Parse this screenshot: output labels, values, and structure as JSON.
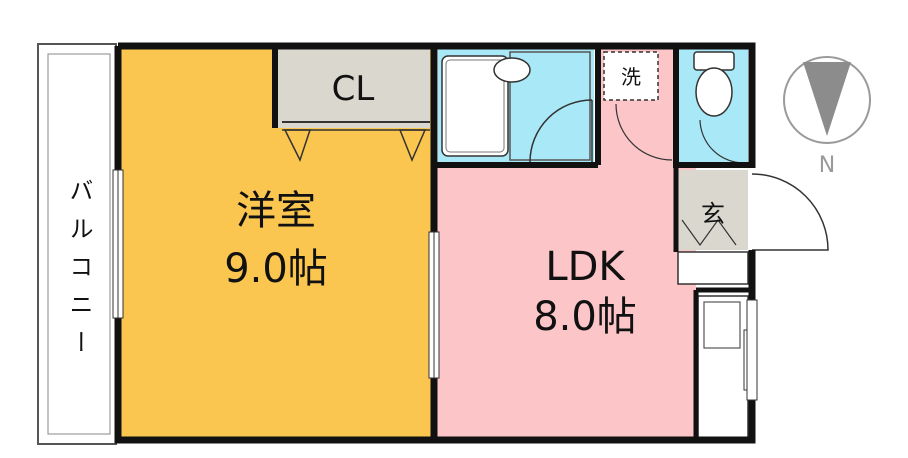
{
  "rooms": {
    "western_room": {
      "name": "洋室",
      "size": "9.0帖",
      "color": "#fbc64f"
    },
    "closet": {
      "name": "CL",
      "color": "#d9d7ce"
    },
    "ldk": {
      "name": "LDK",
      "size": "8.0帖",
      "color": "#fcc5c8"
    },
    "laundry": {
      "name": "洗"
    },
    "entrance": {
      "name": "玄",
      "color": "#d9d7ce"
    },
    "balcony": {
      "name": "バルコニー"
    }
  },
  "wet_area_color": "#a9e8f6",
  "compass": {
    "label": "N"
  }
}
